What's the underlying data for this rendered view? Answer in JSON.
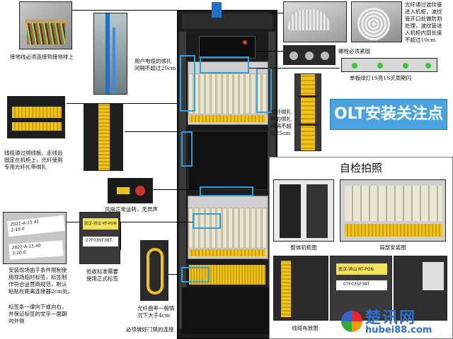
{
  "labels": {
    "ground": "接地线必须连接到接地排上",
    "user_cable": "用户电缆的绑扎\n间隔不超过20cm",
    "bolt": "螺栓必须紧固",
    "board_led": "单板绿灯1S亮1S灭周期闪",
    "fiber_tie": "光纤绑扎\n带的绑扎\n间隔不超\n过25cm",
    "fiber_corrugated": "光纤通过波纹管\n进入机柜，波纹\n管开口处做防割\n处理，波纹管进\n入机柜内部长度\n不超过10cm",
    "cable_route": "线缆通过绑线板、走线齿\n固定在机柜上，光纤使用\n专用光纤扎带绑扎",
    "fan": "风扇正常运转，无异声",
    "label_temp": "安装现场由于条件限制使\n用现场临时标签，标签制\n作符合运营商规范，默认\n粘贴在距离连接器2cm处。",
    "label_dir": "标签条一律向下或向右，\n并保证标签的文字一面朝\n向外侧",
    "label_formal": "验收标准需要\n使用正式标签",
    "fiber_bend": "光纤曲率一般情\n况下大于4cm",
    "door_ground": "必须做好门禁的连接",
    "label_tag1": "07F03SF38T",
    "label_tag2": "07F03SF38T",
    "label_tag3": "武汉-洪山 RT-PON",
    "label_tag4": "武汉-洪山 RT-PON",
    "hand_tag": "2021-A-15.41\n2-19.0",
    "hand_tag2": "2021-A-15.40\n3-10.0"
  },
  "title_panel": {
    "title": "OLT安装关注点"
  },
  "self_check": {
    "title": "自检拍照",
    "cap_overall": "整体机柜图",
    "cap_local": "局部安装图",
    "cap_cable": "线缆布放图"
  },
  "watermark": {
    "text": "楚讯网",
    "url": "hubei88.com"
  },
  "colors": {
    "callout_blue": "#2aa0e0",
    "title_bg": "#4aa3df",
    "fiber_yellow": "#f2c21b",
    "rack_black": "#1b1b1b"
  }
}
